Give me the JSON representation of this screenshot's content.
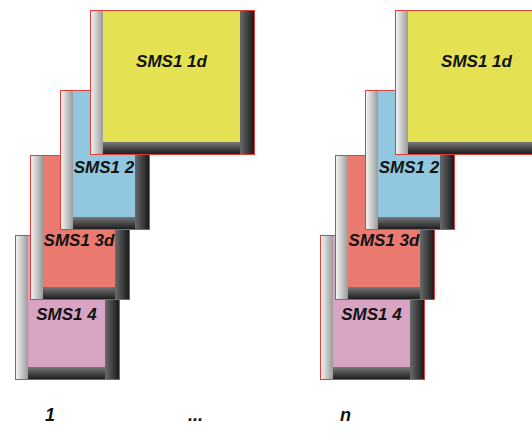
{
  "diagram": {
    "nodes": [
      {
        "text": [
          "SMS1 1d"
        ]
      },
      {
        "text": [
          "SMS1 2"
        ]
      },
      {
        "text": [
          "SMS1 3d"
        ]
      },
      {
        "text": [
          "SMS1 4"
        ]
      },
      {
        "text": [
          "SMS1 1d"
        ]
      },
      {
        "text": [
          "SMS1 2"
        ]
      },
      {
        "text": [
          "SMS1 3d"
        ]
      },
      {
        "text": [
          "SMS1 4"
        ]
      }
    ],
    "labels": [
      "1",
      "...",
      "n"
    ]
  }
}
